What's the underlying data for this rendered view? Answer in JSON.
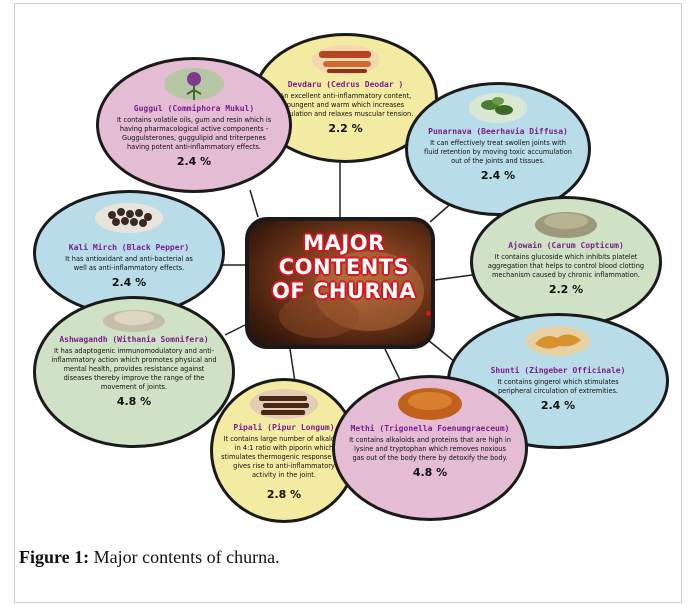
{
  "center": {
    "title": "MAJOR CONTENTS OF CHURNA"
  },
  "nodes": [
    {
      "title": "Devdaru (Cedrus Deodar )",
      "desc": "An excellent anti-inflammatory content, pungent and warm which increases circulation and relaxes muscular tension.",
      "pct": "2.2 %",
      "bg": "#f3eba2",
      "img": "bark"
    },
    {
      "title": "Punarnava (Beerhavia Diffusa)",
      "desc": "It can effectively treat swollen joints with fluid retention by moving toxic accumulation out of the joints and tissues.",
      "pct": "2.4 %",
      "bg": "#b9dde8",
      "img": "leaves"
    },
    {
      "title": "Ajowain (Carum Copticum)",
      "desc": "It contains glucoside which inhibits platelet aggregation that helps to control blood clotting mechanism caused by chronic inflammation.",
      "pct": "2.2 %",
      "bg": "#cfe2c6",
      "img": "seeds"
    },
    {
      "title": "Shunti (Zingeber Officinale)",
      "desc": "It contains gingerol which stimulates peripheral circulation of extremities.",
      "pct": "2.4 %",
      "bg": "#b9dde8",
      "img": "ginger"
    },
    {
      "title": "Methi (Trigonella Foenumgraeceum)",
      "desc": "It contains alkaloids and proteins that are high in lysine and tryptophan which removes noxious gas out of the body there by detoxify the body.",
      "pct": "4.8 %",
      "bg": "#e4bcd4",
      "img": "fenugreek"
    },
    {
      "title": "Pipali (Pipur Longum)",
      "desc": "It contains large number of alkaloids in 4:1 ratio with piporin which stimulates thermogenic response that gives rise to anti-inflammatory activity in the joint.",
      "pct": "2.8 %",
      "bg": "#f3eba2",
      "img": "pepperlong"
    },
    {
      "title": "Ashwagandh (Withania Somnifera)",
      "desc": "It has adaptogenic immunomodulatory and anti-inflammatory action which promotes physical and mental health, provides resistance against diseases thereby improve the range of the movement of joints.",
      "pct": "4.8 %",
      "bg": "#cfe2c6",
      "img": "powder"
    },
    {
      "title": "Kali Mirch (Black Pepper)",
      "desc": "It has antioxidant and anti-bacterial as well as anti-inflammatory effects.",
      "pct": "2.4 %",
      "bg": "#b9dde8",
      "img": "blackpepper"
    },
    {
      "title": "Guggul (Commiphora Mukul)",
      "desc": "It contains volatile oils, gum and resin which is having pharmacological active components - Guggulsterones, guggulipid and triterpenes having potent anti-inflammatory effects.",
      "pct": "2.4 %",
      "bg": "#e4bcd4",
      "img": "flower"
    }
  ],
  "caption": {
    "label": "Figure 1:",
    "text": " Major contents of churna."
  }
}
